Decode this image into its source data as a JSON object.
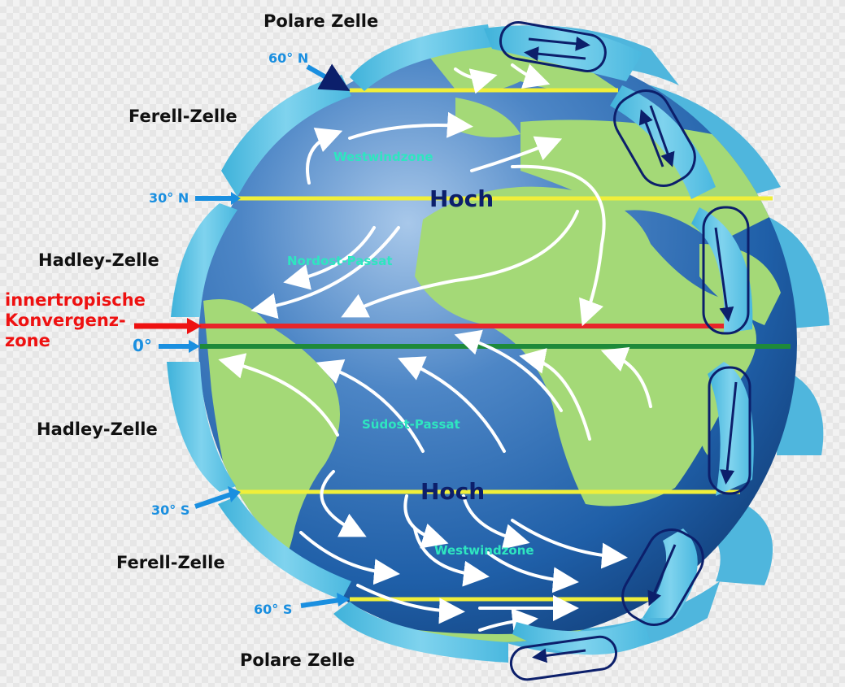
{
  "cells": {
    "polar_north": "Polare Zelle",
    "ferrel_north": "Ferell-Zelle",
    "hadley_north": "Hadley-Zelle",
    "hadley_south": "Hadley-Zelle",
    "ferrel_south": "Ferell-Zelle",
    "polar_south": "Polare Zelle"
  },
  "latitudes": {
    "n60": "60° N",
    "n30": "30° N",
    "equator": "0°",
    "s30": "30° S",
    "s60": "60° S"
  },
  "itcz": {
    "line1": "innertropische",
    "line2": "Konvergenz-",
    "line3": "zone"
  },
  "pressure": {
    "high_north": "Hoch",
    "high_south": "Hoch"
  },
  "winds": {
    "westerlies_north": "Westwindzone",
    "trades_north": "Nordost-Passat",
    "trades_south": "Südost-Passat",
    "westerlies_south": "Westwindzone"
  },
  "colors": {
    "ocean": "#1f5fa8",
    "land": "#a4d977",
    "cell_tube": "#5bc0e0",
    "latitude_line": "#f0ef3a",
    "itcz_line": "#e8262a",
    "equator_line": "#1e8a3a",
    "latitude_arrow": "#1a8fe0",
    "itcz_arrow": "#ee1111"
  }
}
